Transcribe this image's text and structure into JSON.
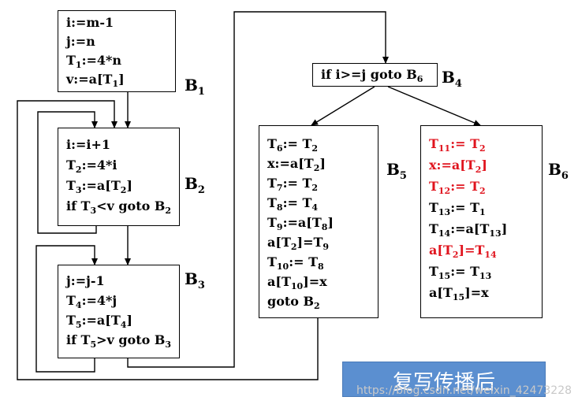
{
  "blocks": {
    "b1": {
      "label": "B",
      "label_sub": "1",
      "lines": [
        [
          {
            "t": "i:=m-1"
          }
        ],
        [
          {
            "t": "j:=n"
          }
        ],
        [
          {
            "t": "T"
          },
          {
            "s": "1"
          },
          {
            "t": ":=4*n"
          }
        ],
        [
          {
            "t": "v:=a[T"
          },
          {
            "s": "1"
          },
          {
            "t": "]"
          }
        ]
      ]
    },
    "b2": {
      "label": "B",
      "label_sub": "2",
      "lines": [
        [
          {
            "t": "i:=i+1"
          }
        ],
        [
          {
            "t": "T"
          },
          {
            "s": "2"
          },
          {
            "t": ":=4*i"
          }
        ],
        [
          {
            "t": "T"
          },
          {
            "s": "3"
          },
          {
            "t": ":=a[T"
          },
          {
            "s": "2"
          },
          {
            "t": "]"
          }
        ],
        [
          {
            "t": "if T"
          },
          {
            "s": "3"
          },
          {
            "t": "<v goto B"
          },
          {
            "s": "2"
          }
        ]
      ]
    },
    "b3": {
      "label": "B",
      "label_sub": "3",
      "lines": [
        [
          {
            "t": "j:=j-1"
          }
        ],
        [
          {
            "t": "T"
          },
          {
            "s": "4"
          },
          {
            "t": ":=4*j"
          }
        ],
        [
          {
            "t": "T"
          },
          {
            "s": "5"
          },
          {
            "t": ":=a[T"
          },
          {
            "s": "4"
          },
          {
            "t": "]"
          }
        ],
        [
          {
            "t": "if T"
          },
          {
            "s": "5"
          },
          {
            "t": ">v goto B"
          },
          {
            "s": "3"
          }
        ]
      ]
    },
    "b4": {
      "label": "B",
      "label_sub": "4",
      "lines": [
        [
          {
            "t": "if i>=j goto B"
          },
          {
            "s": "6"
          }
        ]
      ]
    },
    "b5": {
      "label": "B",
      "label_sub": "5",
      "lines": [
        [
          {
            "t": "T"
          },
          {
            "s": "6"
          },
          {
            "t": ":= T"
          },
          {
            "s": "2"
          }
        ],
        [
          {
            "t": "x:=a[T"
          },
          {
            "s": "2"
          },
          {
            "t": "]"
          }
        ],
        [
          {
            "t": "T"
          },
          {
            "s": "7"
          },
          {
            "t": ":= T"
          },
          {
            "s": "2"
          }
        ],
        [
          {
            "t": "T"
          },
          {
            "s": "8"
          },
          {
            "t": ":= T"
          },
          {
            "s": "4"
          }
        ],
        [
          {
            "t": "T"
          },
          {
            "s": "9"
          },
          {
            "t": ":=a[T"
          },
          {
            "s": "8"
          },
          {
            "t": "]"
          }
        ],
        [
          {
            "t": "a[T"
          },
          {
            "s": "2"
          },
          {
            "t": "]=T"
          },
          {
            "s": "9"
          }
        ],
        [
          {
            "t": "T"
          },
          {
            "s": "10"
          },
          {
            "t": ":= T"
          },
          {
            "s": "8"
          }
        ],
        [
          {
            "t": "a[T"
          },
          {
            "s": "10"
          },
          {
            "t": "]=x"
          }
        ],
        [
          {
            "t": "goto B"
          },
          {
            "s": "2"
          }
        ]
      ]
    },
    "b6": {
      "label": "B",
      "label_sub": "6",
      "lines": [
        [
          {
            "t": "T"
          },
          {
            "s": "11"
          },
          {
            "t": ":= T"
          },
          {
            "s": "2"
          }
        ],
        [
          {
            "t": "x:=a[T"
          },
          {
            "s": "2"
          },
          {
            "t": "]"
          }
        ],
        [
          {
            "t": "T"
          },
          {
            "s": "12"
          },
          {
            "t": ":= T"
          },
          {
            "s": "2"
          }
        ],
        [
          {
            "t": "T"
          },
          {
            "s": "13"
          },
          {
            "t": ":= T"
          },
          {
            "s": "1"
          }
        ],
        [
          {
            "t": "T"
          },
          {
            "s": "14"
          },
          {
            "t": ":=a[T"
          },
          {
            "s": "13"
          },
          {
            "t": "]"
          }
        ],
        [
          {
            "t": "a[T"
          },
          {
            "s": "2"
          },
          {
            "t": "]=T"
          },
          {
            "s": "14"
          }
        ],
        [
          {
            "t": "T"
          },
          {
            "s": "15"
          },
          {
            "t": ":= T"
          },
          {
            "s": "13"
          }
        ],
        [
          {
            "t": "a[T"
          },
          {
            "s": "15"
          },
          {
            "t": "]=x"
          }
        ]
      ],
      "red_lines": [
        0,
        1,
        2,
        5
      ]
    }
  },
  "banner": {
    "text": "复写传播后"
  },
  "watermark": {
    "text": "https://blog.csdn.net/weixin_42473228"
  },
  "colors": {
    "highlight": "#e0141e",
    "banner_bg": "#5b8fd0",
    "line": "#000000"
  }
}
